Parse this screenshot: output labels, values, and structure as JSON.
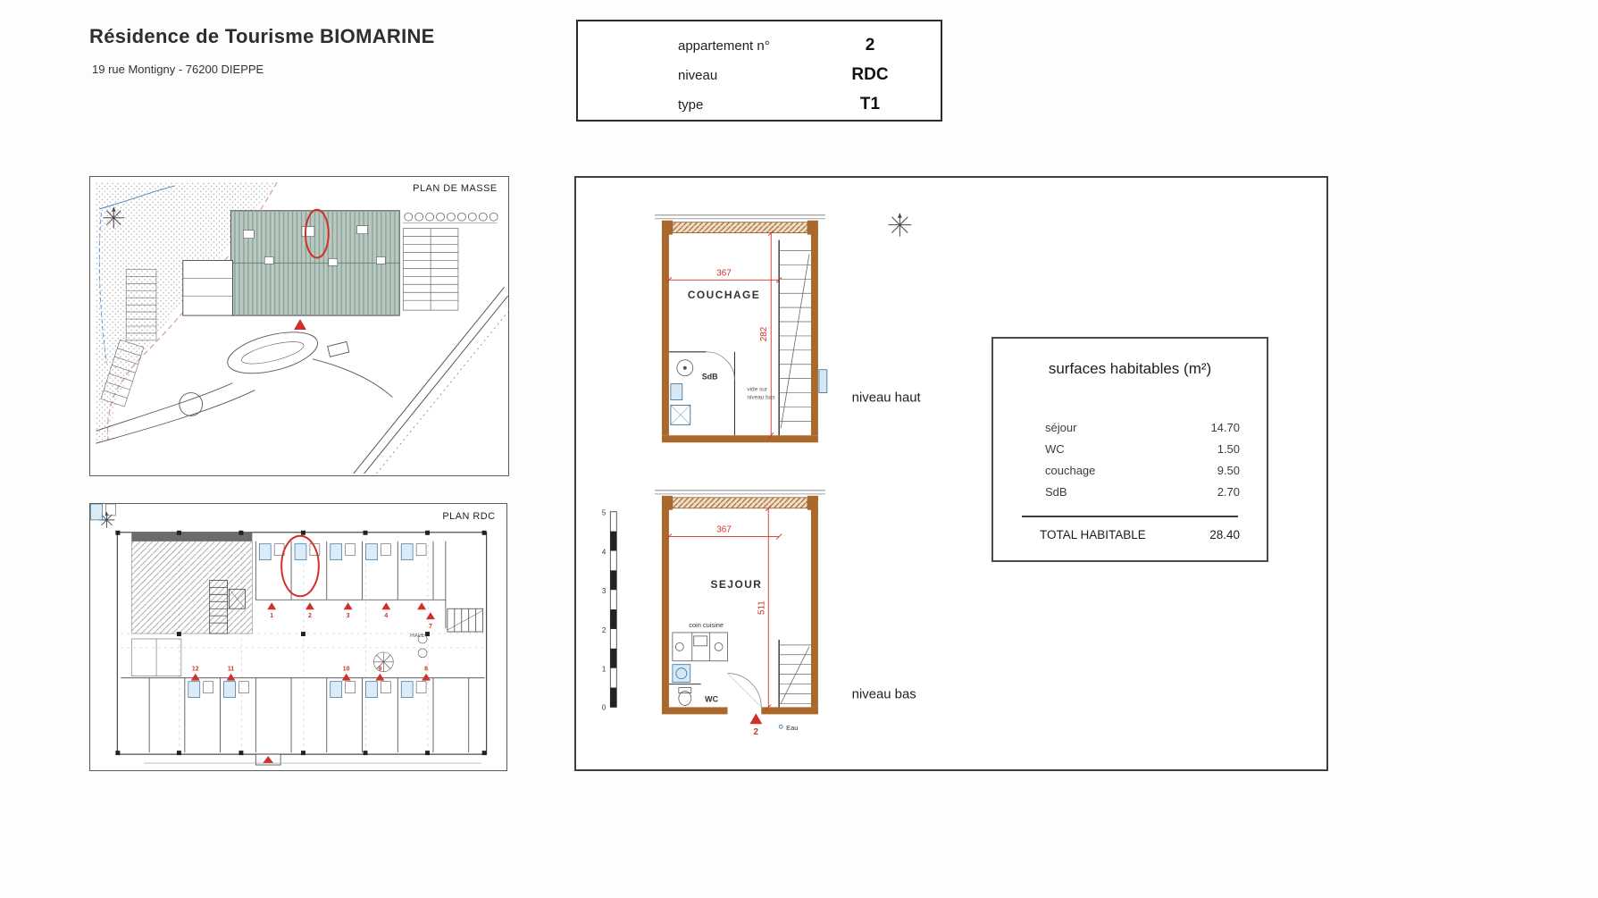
{
  "header": {
    "title": "Résidence de Tourisme BIOMARINE",
    "address": "19 rue Montigny - 76200 DIEPPE"
  },
  "info_box": {
    "rows": [
      {
        "label": "appartement n°",
        "value": "2"
      },
      {
        "label": "niveau",
        "value": "RDC"
      },
      {
        "label": "type",
        "value": "T1"
      }
    ]
  },
  "plan_masse": {
    "label": "PLAN DE MASSE"
  },
  "plan_rdc": {
    "label": "PLAN RDC",
    "hall_label": "HALL",
    "markers_top": [
      "1",
      "2",
      "3",
      "4"
    ],
    "marker_side": "7",
    "markers_bottom": [
      "12",
      "11",
      "10",
      "9",
      "8"
    ]
  },
  "unit_plans": {
    "niveau_haut": {
      "caption": "niveau haut",
      "room_label": "COUCHAGE",
      "bath_label": "SdB",
      "void_note_line1": "vide sur",
      "void_note_line2": "niveau bas",
      "dim_width": "367",
      "dim_height": "282"
    },
    "niveau_bas": {
      "caption": "niveau bas",
      "room_label": "SEJOUR",
      "kitchen_label": "coin cuisine",
      "wc_label": "WC",
      "water_label": "Eau",
      "entry_number": "2",
      "dim_width": "367",
      "dim_height": "511"
    },
    "scale_ticks": [
      "5",
      "4",
      "3",
      "2",
      "1",
      "0"
    ]
  },
  "surfaces": {
    "title": "surfaces habitables (m²)",
    "rows": [
      {
        "label": "séjour",
        "value": "14.70"
      },
      {
        "label": "WC",
        "value": "1.50"
      },
      {
        "label": "couchage",
        "value": "9.50"
      },
      {
        "label": "SdB",
        "value": "2.70"
      }
    ],
    "total_label": "TOTAL HABITABLE",
    "total_value": "28.40"
  },
  "colors": {
    "annotation_red": "#cf3027",
    "wall_brown": "#a9682c",
    "fixture_blue": "#2e6f9e",
    "roof_teal": "#b9c8c0"
  },
  "icons": {
    "north_symbol": "north-compass-icon"
  }
}
